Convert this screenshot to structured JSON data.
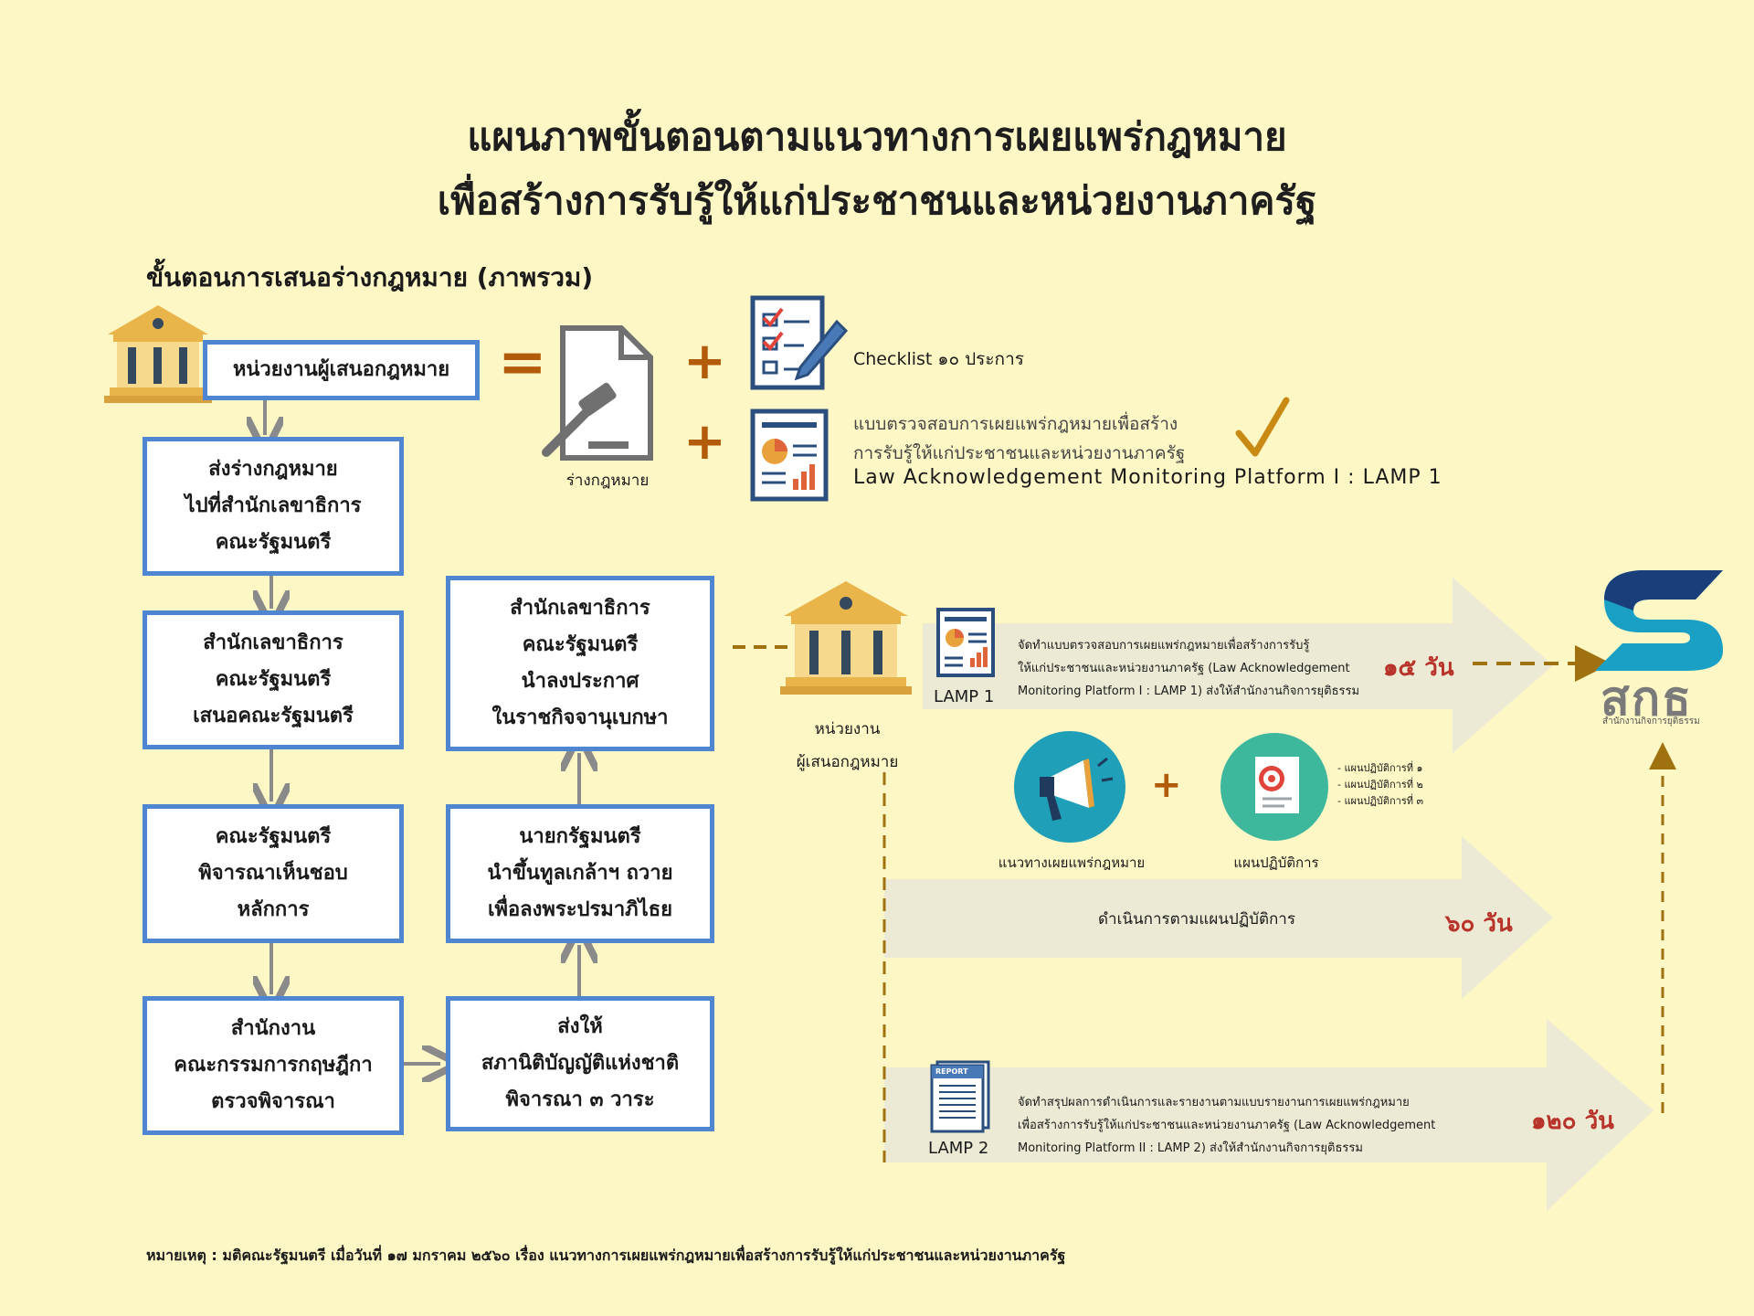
{
  "colors": {
    "background": "#fdf7c5",
    "box_border": "#4f86d2",
    "connector": "#8a8a8a",
    "dashed": "#a0720f",
    "big_arrow": "#ecead5",
    "days": "#b8332a",
    "plus": "#b25b0a"
  },
  "title": {
    "line1": "แผนภาพขั้นตอนตามแนวทางการเผยแพร่กฎหมาย",
    "line2": "เพื่อสร้างการรับรู้ให้แก่ประชาชนและหน่วยงานภาครัฐ"
  },
  "section_title": "ขั้นตอนการเสนอร่างกฎหมาย (ภาพรวม)",
  "flow": {
    "proposer": "หน่วยงานผู้เสนอกฎหมาย",
    "step1": [
      "ส่งร่างกฎหมาย",
      "ไปที่สำนักเลขาธิการ",
      "คณะรัฐมนตรี"
    ],
    "step2": [
      "สำนักเลขาธิการ",
      "คณะรัฐมนตรี",
      "เสนอคณะรัฐมนตรี"
    ],
    "step3": [
      "คณะรัฐมนตรี",
      "พิจารณาเห็นชอบ",
      "หลักการ"
    ],
    "step4": [
      "สำนักงาน",
      "คณะกรรมการกฤษฎีกา",
      "ตรวจพิจารณา"
    ],
    "step5": [
      "ส่งให้",
      "สภานิติบัญญัติแห่งชาติ",
      "พิจารณา ๓ วาระ"
    ],
    "step6": [
      "นายกรัฐมนตรี",
      "นำขึ้นทูลเกล้าฯ ถวาย",
      "เพื่อลงพระปรมาภิไธย"
    ],
    "step7": [
      "สำนักเลขาธิการ",
      "คณะรัฐมนตรี",
      "นำลงประกาศ",
      "ในราชกิจจานุเบกษา"
    ]
  },
  "equation": {
    "equals": "=",
    "plus": "+",
    "draft_label": "ร่างกฎหมาย",
    "checklist_text": "Checklist ๑๐ ประการ",
    "form_text_line1": "แบบตรวจสอบการเผยแพร่กฎหมายเพื่อสร้าง",
    "form_text_line2": "การรับรู้ให้แก่ประชาชนและหน่วยงานภาครัฐ",
    "form_text_en": "Law Acknowledgement Monitoring Platform I : LAMP 1"
  },
  "right": {
    "agency_label": [
      "หน่วยงาน",
      "ผู้เสนอกฎหมาย"
    ],
    "lamp1": {
      "badge": "LAMP 1",
      "text": [
        "จัดทำแบบตรวจสอบการเผยแพร่กฎหมายเพื่อสร้างการรับรู้",
        "ให้แก่ประชาชนและหน่วยงานภาครัฐ (Law Acknowledgement",
        "Monitoring Platform I : LAMP 1) ส่งให้สำนักงานกิจการยุติธรรม"
      ],
      "days": "๑๕ วัน"
    },
    "plan": {
      "guide_label": "แนวทางเผยแพร่กฎหมาย",
      "plan_label": "แผนปฏิบัติการ",
      "items": [
        "- แผนปฏิบัติการที่ ๑",
        "- แผนปฏิบัติการที่ ๒",
        "- แผนปฏิบัติการที่ ๓"
      ]
    },
    "execute": {
      "text": "ดำเนินการตามแผนปฏิบัติการ",
      "days": "๖๐ วัน"
    },
    "lamp2": {
      "badge": "LAMP 2",
      "report_label": "REPORT",
      "text": [
        "จัดทำสรุปผลการดำเนินการและรายงานตามแบบรายงานการเผยแพร่กฎหมาย",
        "เพื่อสร้างการรับรู้ให้แก่ประชาชนและหน่วยงานภาครัฐ (Law Acknowledgement",
        "Monitoring Platform II : LAMP 2)  ส่งให้สำนักงานกิจการยุติธรรม"
      ],
      "days": "๑๒๐ วัน"
    },
    "logo": {
      "name": "สกธ",
      "subtitle": "สำนักงานกิจการยุติธรรม"
    }
  },
  "footnote": "หมายเหตุ : มติคณะรัฐมนตรี เมื่อวันที่ ๑๗ มกราคม ๒๕๖๐ เรื่อง แนวทางการเผยแพร่กฎหมายเพื่อสร้างการรับรู้ให้แก่ประชาชนและหน่วยงานภาครัฐ"
}
